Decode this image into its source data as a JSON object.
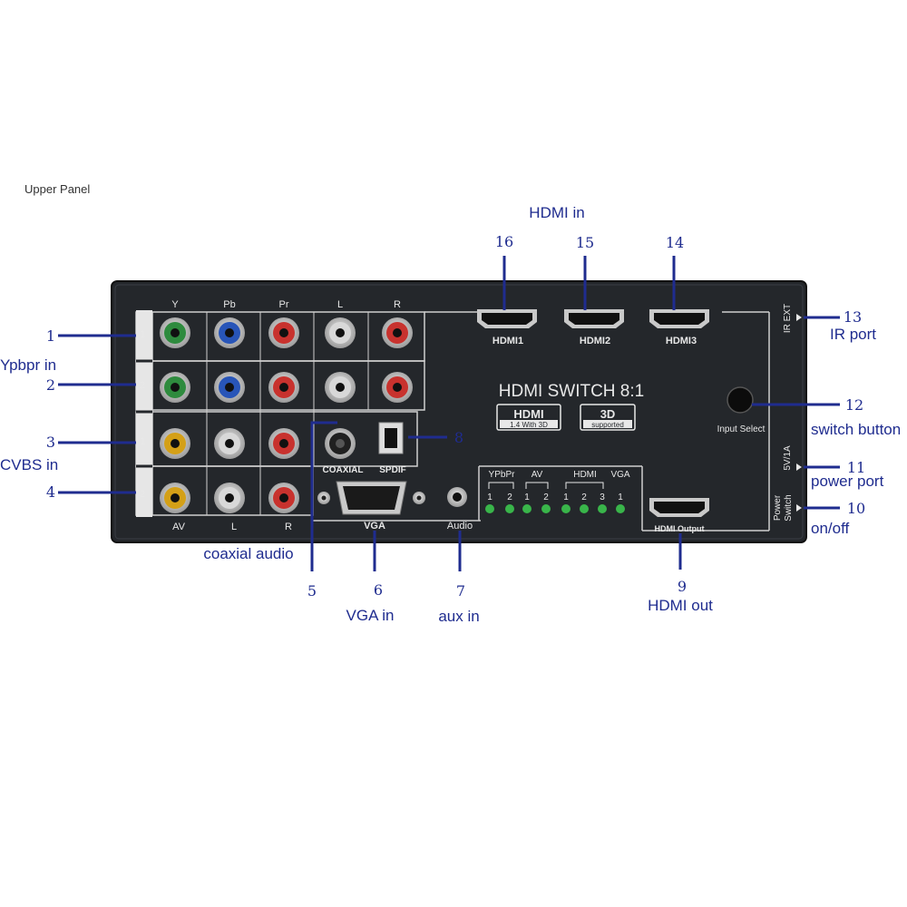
{
  "header": "Upper Panel",
  "group_labels": {
    "hdmi_in": "HDMI in",
    "ypbpr_in": "Ypbpr in",
    "cvbs_in": "CVBS in",
    "coaxial_audio": "coaxial audio",
    "vga_in": "VGA in",
    "aux_in": "aux in",
    "hdmi_out": "HDMI out",
    "ir_port": "IR port",
    "switch_button": "switch button",
    "power_port": "power port",
    "on_off": "on/off"
  },
  "callouts": [
    "1",
    "2",
    "3",
    "4",
    "5",
    "6",
    "7",
    "8",
    "9",
    "10",
    "11",
    "12",
    "13",
    "14",
    "15",
    "16"
  ],
  "panel": {
    "component_headers": [
      "Y",
      "Pb",
      "Pr",
      "L",
      "R"
    ],
    "row_numbers": [
      "1",
      "2",
      "1",
      "2"
    ],
    "bottom_labels": [
      "AV",
      "L",
      "R"
    ],
    "coaxial": "COAXIAL",
    "spdif": "SPDIF",
    "vga": "VGA",
    "audio": "Audio",
    "hdmi_ports": [
      "HDMI1",
      "HDMI2",
      "HDMI3"
    ],
    "title": "HDMI SWITCH 8:1",
    "hdmi_badge": "HDMI",
    "hdmi_badge_sub": "1.4 With 3D",
    "badge_3d": "3D",
    "badge_3d_sub": "supported",
    "input_select": "Input Select",
    "ir_ext": "IR EXT",
    "power_rating": "5V/1A",
    "power_switch_1": "Power",
    "power_switch_2": "Switch",
    "hdmi_output": "HDMI Output",
    "led_groups": [
      "YPbPr",
      "AV",
      "HDMI",
      "VGA"
    ],
    "led_numbers": [
      "1",
      "2",
      "1",
      "2",
      "1",
      "2",
      "3",
      "1"
    ]
  },
  "colors": {
    "panel": "#24272b",
    "callout_blue": "#1f2c8f",
    "led_green": "#39b54a",
    "jack_green": "#2e8b3e",
    "jack_blue": "#2855b8",
    "jack_red": "#c8322e",
    "jack_white": "#d8d8d8",
    "jack_yellow": "#d4a017"
  }
}
